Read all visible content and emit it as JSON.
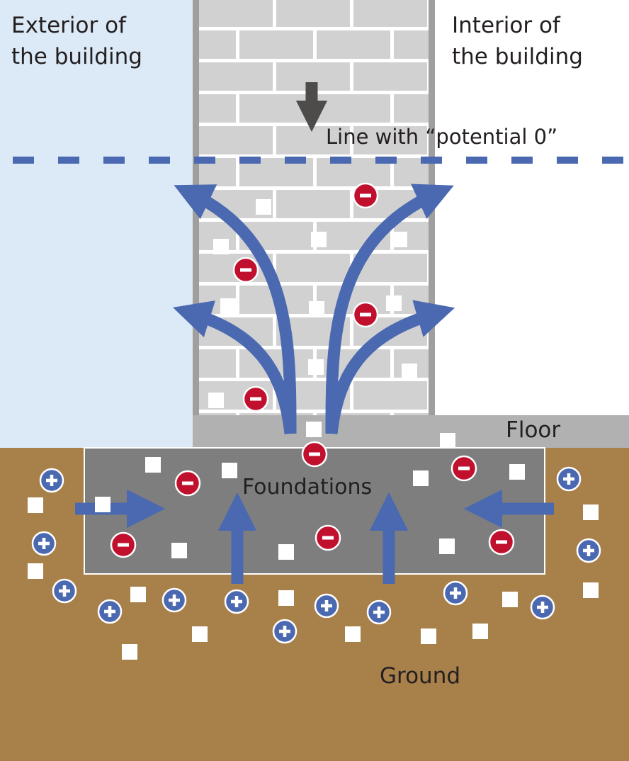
{
  "labels": {
    "exterior": [
      "Exterior of",
      "the building"
    ],
    "interior": [
      "Interior of",
      "the building"
    ],
    "potential_line": "Line with “potential 0”",
    "floor": "Floor",
    "foundations": "Foundations",
    "ground": "Ground"
  },
  "colors": {
    "exterior_sky": "#dceaf7",
    "interior": "#ffffff",
    "wall_brick": "#d1d1d1",
    "wall_mortar": "#ffffff",
    "wall_edge": "#a09e9e",
    "floor": "#b1b1b1",
    "foundation": "#7e7e7e",
    "ground": "#a8804a",
    "arrow_flow": "#4a69b0",
    "arrow_down": "#4d4c4b",
    "dashed_line": "#4a69b0",
    "negative_charge": "#c0102e",
    "positive_charge": "#4a69b0",
    "particle": "#ffffff"
  },
  "icons": {
    "negative": "minus-charge-icon",
    "positive": "plus-charge-icon",
    "particle": "white-square-particle"
  }
}
